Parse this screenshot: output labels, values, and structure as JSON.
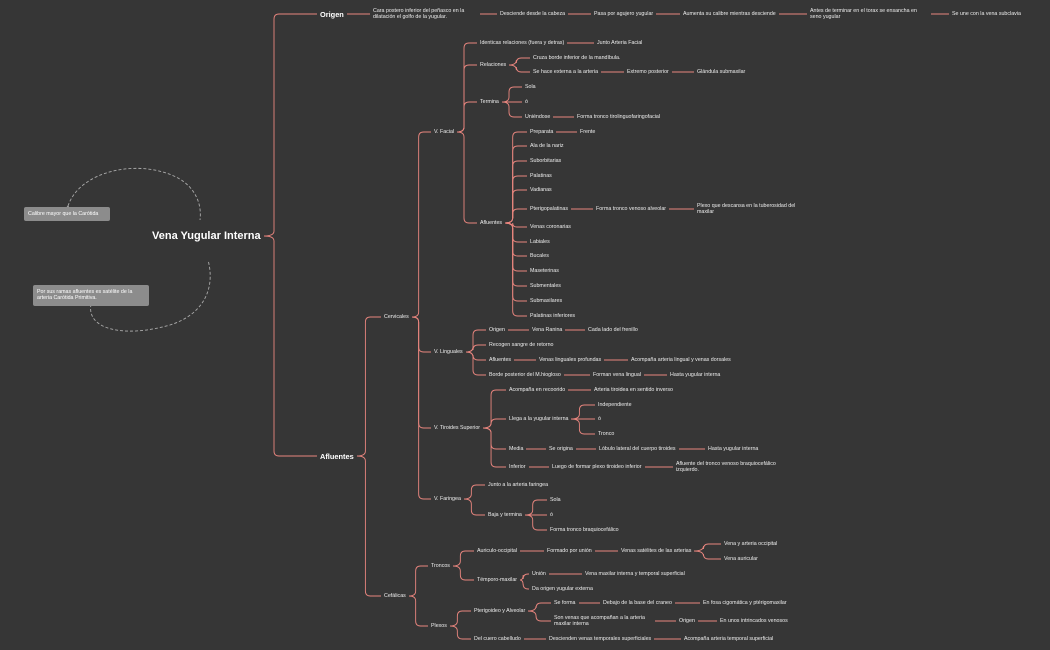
{
  "colors": {
    "background": "#363636",
    "link": "#e8857e",
    "note_bg": "#8c8c8c",
    "note_link": "#aaaaaa",
    "text": "#eeeeee"
  },
  "root": "Vena Yugular Interna",
  "notes": [
    "Calibre mayor que la Carótida",
    "Por sus ramas afluentes es satélite de la arteria Carótida Primitiva."
  ],
  "nodes": [
    {
      "id": "root",
      "text": "Vena Yugular Interna"
    },
    {
      "id": "origen",
      "text": "Origen"
    },
    {
      "id": "o1",
      "text": "Cara postero inferior del peñasco en la dilatación el golfo de la yugular."
    },
    {
      "id": "o2",
      "text": "Desciende desde la cabeza"
    },
    {
      "id": "o3",
      "text": "Pasa por agujero yugular"
    },
    {
      "id": "o4",
      "text": "Aumenta su calibre mientras desciende"
    },
    {
      "id": "o5",
      "text": "Antes de terminar en el torax se ensancha en seno yugular"
    },
    {
      "id": "o6",
      "text": "Se une con la vena subclavia"
    },
    {
      "id": "afl",
      "text": "Afluentes"
    },
    {
      "id": "cerv",
      "text": "Cervicales"
    },
    {
      "id": "cef",
      "text": "Cefálicas"
    },
    {
      "id": "vf",
      "text": "V. Facial"
    },
    {
      "id": "vf_id",
      "text": "Identicas relaciones (fuera y detras)"
    },
    {
      "id": "vf_id1",
      "text": "Junto Arteria Facial"
    },
    {
      "id": "vf_rel",
      "text": "Relaciones"
    },
    {
      "id": "vf_rel1",
      "text": "Cruza borde inferior de la mandíbula."
    },
    {
      "id": "vf_rel2",
      "text": "Se hace externa a la arteria"
    },
    {
      "id": "vf_rel3",
      "text": "Extremo posterior"
    },
    {
      "id": "vf_rel4",
      "text": "Glándula submaxilar"
    },
    {
      "id": "vf_ter",
      "text": "Termina"
    },
    {
      "id": "vf_ter1",
      "text": "Sola"
    },
    {
      "id": "vf_ter2",
      "text": "ó"
    },
    {
      "id": "vf_ter3",
      "text": "Uniéndose"
    },
    {
      "id": "vf_ter4",
      "text": "Forma tronco tirolinguofaringofacial"
    },
    {
      "id": "vf_afl",
      "text": "Afluentes"
    },
    {
      "id": "a1",
      "text": "Preparata"
    },
    {
      "id": "a1b",
      "text": "Frente"
    },
    {
      "id": "a2",
      "text": "Ala de la nariz"
    },
    {
      "id": "a3",
      "text": "Suborbitarias"
    },
    {
      "id": "a4",
      "text": "Palatinas"
    },
    {
      "id": "a5",
      "text": "Vadianas"
    },
    {
      "id": "a6",
      "text": "Pterigopalatinas"
    },
    {
      "id": "a6b",
      "text": "Forma tronco venoso alveolar"
    },
    {
      "id": "a6c",
      "text": "Plexo que descansa en la tuberosidad del maxilar"
    },
    {
      "id": "a7",
      "text": "Venas coronarias"
    },
    {
      "id": "a8",
      "text": "Labiales"
    },
    {
      "id": "a9",
      "text": "Bucales"
    },
    {
      "id": "a10",
      "text": "Maseterinas"
    },
    {
      "id": "a11",
      "text": "Submentales"
    },
    {
      "id": "a12",
      "text": "Submaxilares"
    },
    {
      "id": "a13",
      "text": "Palatinas inferiores"
    },
    {
      "id": "vl",
      "text": "V. Linguales"
    },
    {
      "id": "vl_o",
      "text": "Origen"
    },
    {
      "id": "vl_o1",
      "text": "Vena Ranina"
    },
    {
      "id": "vl_o2",
      "text": "Cada lado del frenillo"
    },
    {
      "id": "vl_r",
      "text": "Recogen sangre de retorno"
    },
    {
      "id": "vl_a",
      "text": "Afluentes"
    },
    {
      "id": "vl_a1",
      "text": "Venas linguales profundas"
    },
    {
      "id": "vl_a2",
      "text": "Acompaña arteria lingual y venas dorsales"
    },
    {
      "id": "vl_b",
      "text": "Borde posterior del M.hiogloso"
    },
    {
      "id": "vl_b1",
      "text": "Forman vena lingual"
    },
    {
      "id": "vl_b2",
      "text": "Hasta yugular interna"
    },
    {
      "id": "vt",
      "text": "V. Tiroides Superior"
    },
    {
      "id": "vt_ac",
      "text": "Acompaña en recoorido"
    },
    {
      "id": "vt_ac1",
      "text": "Arteria tiroidea en sentido inverso"
    },
    {
      "id": "vt_ll",
      "text": "Llega a la yugular interna"
    },
    {
      "id": "vt_ll1",
      "text": "Independiente"
    },
    {
      "id": "vt_ll2",
      "text": "ó"
    },
    {
      "id": "vt_ll3",
      "text": "Tronco"
    },
    {
      "id": "vt_me",
      "text": "Media"
    },
    {
      "id": "vt_me1",
      "text": "Se origina"
    },
    {
      "id": "vt_me2",
      "text": "Lóbulo lateral del cuerpo tiroides"
    },
    {
      "id": "vt_me3",
      "text": "Hasta yugular interna"
    },
    {
      "id": "vt_in",
      "text": "Inferior"
    },
    {
      "id": "vt_in1",
      "text": "Luego de formar plexo tiroideo inferior"
    },
    {
      "id": "vt_in2",
      "text": "Afluente del tronco venoso braquiocefálico izquierdo."
    },
    {
      "id": "vfa",
      "text": "V. Faringea"
    },
    {
      "id": "vfa1",
      "text": "Junto a la arteria faringea"
    },
    {
      "id": "vfa2",
      "text": "Baja y termina"
    },
    {
      "id": "vfa3",
      "text": "Sola"
    },
    {
      "id": "vfa4",
      "text": "ó"
    },
    {
      "id": "vfa5",
      "text": "Forma tronco braquiocefálico"
    },
    {
      "id": "tr",
      "text": "Troncos"
    },
    {
      "id": "tr_a",
      "text": "Auriculo-occipital"
    },
    {
      "id": "tr_a1",
      "text": "Formado por unión"
    },
    {
      "id": "tr_a2",
      "text": "Venas satélites de las arterias"
    },
    {
      "id": "tr_a3",
      "text": "Vena y arteria occipital"
    },
    {
      "id": "tr_a4",
      "text": "Vena auricular"
    },
    {
      "id": "tr_t",
      "text": "Témporo-maxilar"
    },
    {
      "id": "tr_t1",
      "text": "Unión"
    },
    {
      "id": "tr_t2",
      "text": "Vena maxilar interna y temporal superficial"
    },
    {
      "id": "tr_t3",
      "text": "Da origen yugular externa"
    },
    {
      "id": "px",
      "text": "Plexos"
    },
    {
      "id": "px_p",
      "text": "Pterigoideo y Alveolar"
    },
    {
      "id": "px_p1",
      "text": "Se forma"
    },
    {
      "id": "px_p2",
      "text": "Debajo de la base del craneo"
    },
    {
      "id": "px_p3",
      "text": "En fosa cigomática y ptérigomaxilar"
    },
    {
      "id": "px_p4",
      "text": "Son venas que acompañan a la arteria maxilar interna"
    },
    {
      "id": "px_p5",
      "text": "Origen"
    },
    {
      "id": "px_p6",
      "text": "En unos intrincados venosos"
    },
    {
      "id": "px_c",
      "text": "Del cuero cabelludo"
    },
    {
      "id": "px_c1",
      "text": "Descienden venas temporales superficiales"
    },
    {
      "id": "px_c2",
      "text": "Acompaña arteria temporal superficial"
    }
  ],
  "edges": [
    [
      "root",
      "origen"
    ],
    [
      "root",
      "afl"
    ],
    [
      "origen",
      "o1"
    ],
    [
      "o1",
      "o2"
    ],
    [
      "o2",
      "o3"
    ],
    [
      "o3",
      "o4"
    ],
    [
      "o4",
      "o5"
    ],
    [
      "o5",
      "o6"
    ],
    [
      "afl",
      "cerv"
    ],
    [
      "afl",
      "cef"
    ],
    [
      "cerv",
      "vf"
    ],
    [
      "cerv",
      "vl"
    ],
    [
      "cerv",
      "vt"
    ],
    [
      "cerv",
      "vfa"
    ],
    [
      "vf",
      "vf_id"
    ],
    [
      "vf",
      "vf_rel"
    ],
    [
      "vf",
      "vf_ter"
    ],
    [
      "vf",
      "vf_afl"
    ],
    [
      "vf_id",
      "vf_id1"
    ],
    [
      "vf_rel",
      "vf_rel1"
    ],
    [
      "vf_rel",
      "vf_rel2"
    ],
    [
      "vf_rel2",
      "vf_rel3"
    ],
    [
      "vf_rel3",
      "vf_rel4"
    ],
    [
      "vf_ter",
      "vf_ter1"
    ],
    [
      "vf_ter",
      "vf_ter2"
    ],
    [
      "vf_ter",
      "vf_ter3"
    ],
    [
      "vf_ter3",
      "vf_ter4"
    ],
    [
      "vf_afl",
      "a1"
    ],
    [
      "a1",
      "a1b"
    ],
    [
      "vf_afl",
      "a2"
    ],
    [
      "vf_afl",
      "a3"
    ],
    [
      "vf_afl",
      "a4"
    ],
    [
      "vf_afl",
      "a5"
    ],
    [
      "vf_afl",
      "a6"
    ],
    [
      "a6",
      "a6b"
    ],
    [
      "a6b",
      "a6c"
    ],
    [
      "vf_afl",
      "a7"
    ],
    [
      "vf_afl",
      "a8"
    ],
    [
      "vf_afl",
      "a9"
    ],
    [
      "vf_afl",
      "a10"
    ],
    [
      "vf_afl",
      "a11"
    ],
    [
      "vf_afl",
      "a12"
    ],
    [
      "vf_afl",
      "a13"
    ],
    [
      "vl",
      "vl_o"
    ],
    [
      "vl_o",
      "vl_o1"
    ],
    [
      "vl_o1",
      "vl_o2"
    ],
    [
      "vl",
      "vl_r"
    ],
    [
      "vl",
      "vl_a"
    ],
    [
      "vl_a",
      "vl_a1"
    ],
    [
      "vl_a1",
      "vl_a2"
    ],
    [
      "vl",
      "vl_b"
    ],
    [
      "vl_b",
      "vl_b1"
    ],
    [
      "vl_b1",
      "vl_b2"
    ],
    [
      "vt",
      "vt_ac"
    ],
    [
      "vt_ac",
      "vt_ac1"
    ],
    [
      "vt",
      "vt_ll"
    ],
    [
      "vt_ll",
      "vt_ll1"
    ],
    [
      "vt_ll",
      "vt_ll2"
    ],
    [
      "vt_ll",
      "vt_ll3"
    ],
    [
      "vt",
      "vt_me"
    ],
    [
      "vt_me",
      "vt_me1"
    ],
    [
      "vt_me1",
      "vt_me2"
    ],
    [
      "vt_me2",
      "vt_me3"
    ],
    [
      "vt",
      "vt_in"
    ],
    [
      "vt_in",
      "vt_in1"
    ],
    [
      "vt_in1",
      "vt_in2"
    ],
    [
      "vfa",
      "vfa1"
    ],
    [
      "vfa",
      "vfa2"
    ],
    [
      "vfa2",
      "vfa3"
    ],
    [
      "vfa2",
      "vfa4"
    ],
    [
      "vfa2",
      "vfa5"
    ],
    [
      "cef",
      "tr"
    ],
    [
      "cef",
      "px"
    ],
    [
      "tr",
      "tr_a"
    ],
    [
      "tr_a",
      "tr_a1"
    ],
    [
      "tr_a1",
      "tr_a2"
    ],
    [
      "tr_a2",
      "tr_a3"
    ],
    [
      "tr_a2",
      "tr_a4"
    ],
    [
      "tr",
      "tr_t"
    ],
    [
      "tr_t",
      "tr_t1"
    ],
    [
      "tr_t1",
      "tr_t2"
    ],
    [
      "tr_t",
      "tr_t3"
    ],
    [
      "px",
      "px_p"
    ],
    [
      "px_p",
      "px_p1"
    ],
    [
      "px_p1",
      "px_p2"
    ],
    [
      "px_p2",
      "px_p3"
    ],
    [
      "px_p",
      "px_p4"
    ],
    [
      "px_p4",
      "px_p5"
    ],
    [
      "px_p5",
      "px_p6"
    ],
    [
      "px",
      "px_c"
    ],
    [
      "px_c",
      "px_c1"
    ],
    [
      "px_c1",
      "px_c2"
    ]
  ]
}
